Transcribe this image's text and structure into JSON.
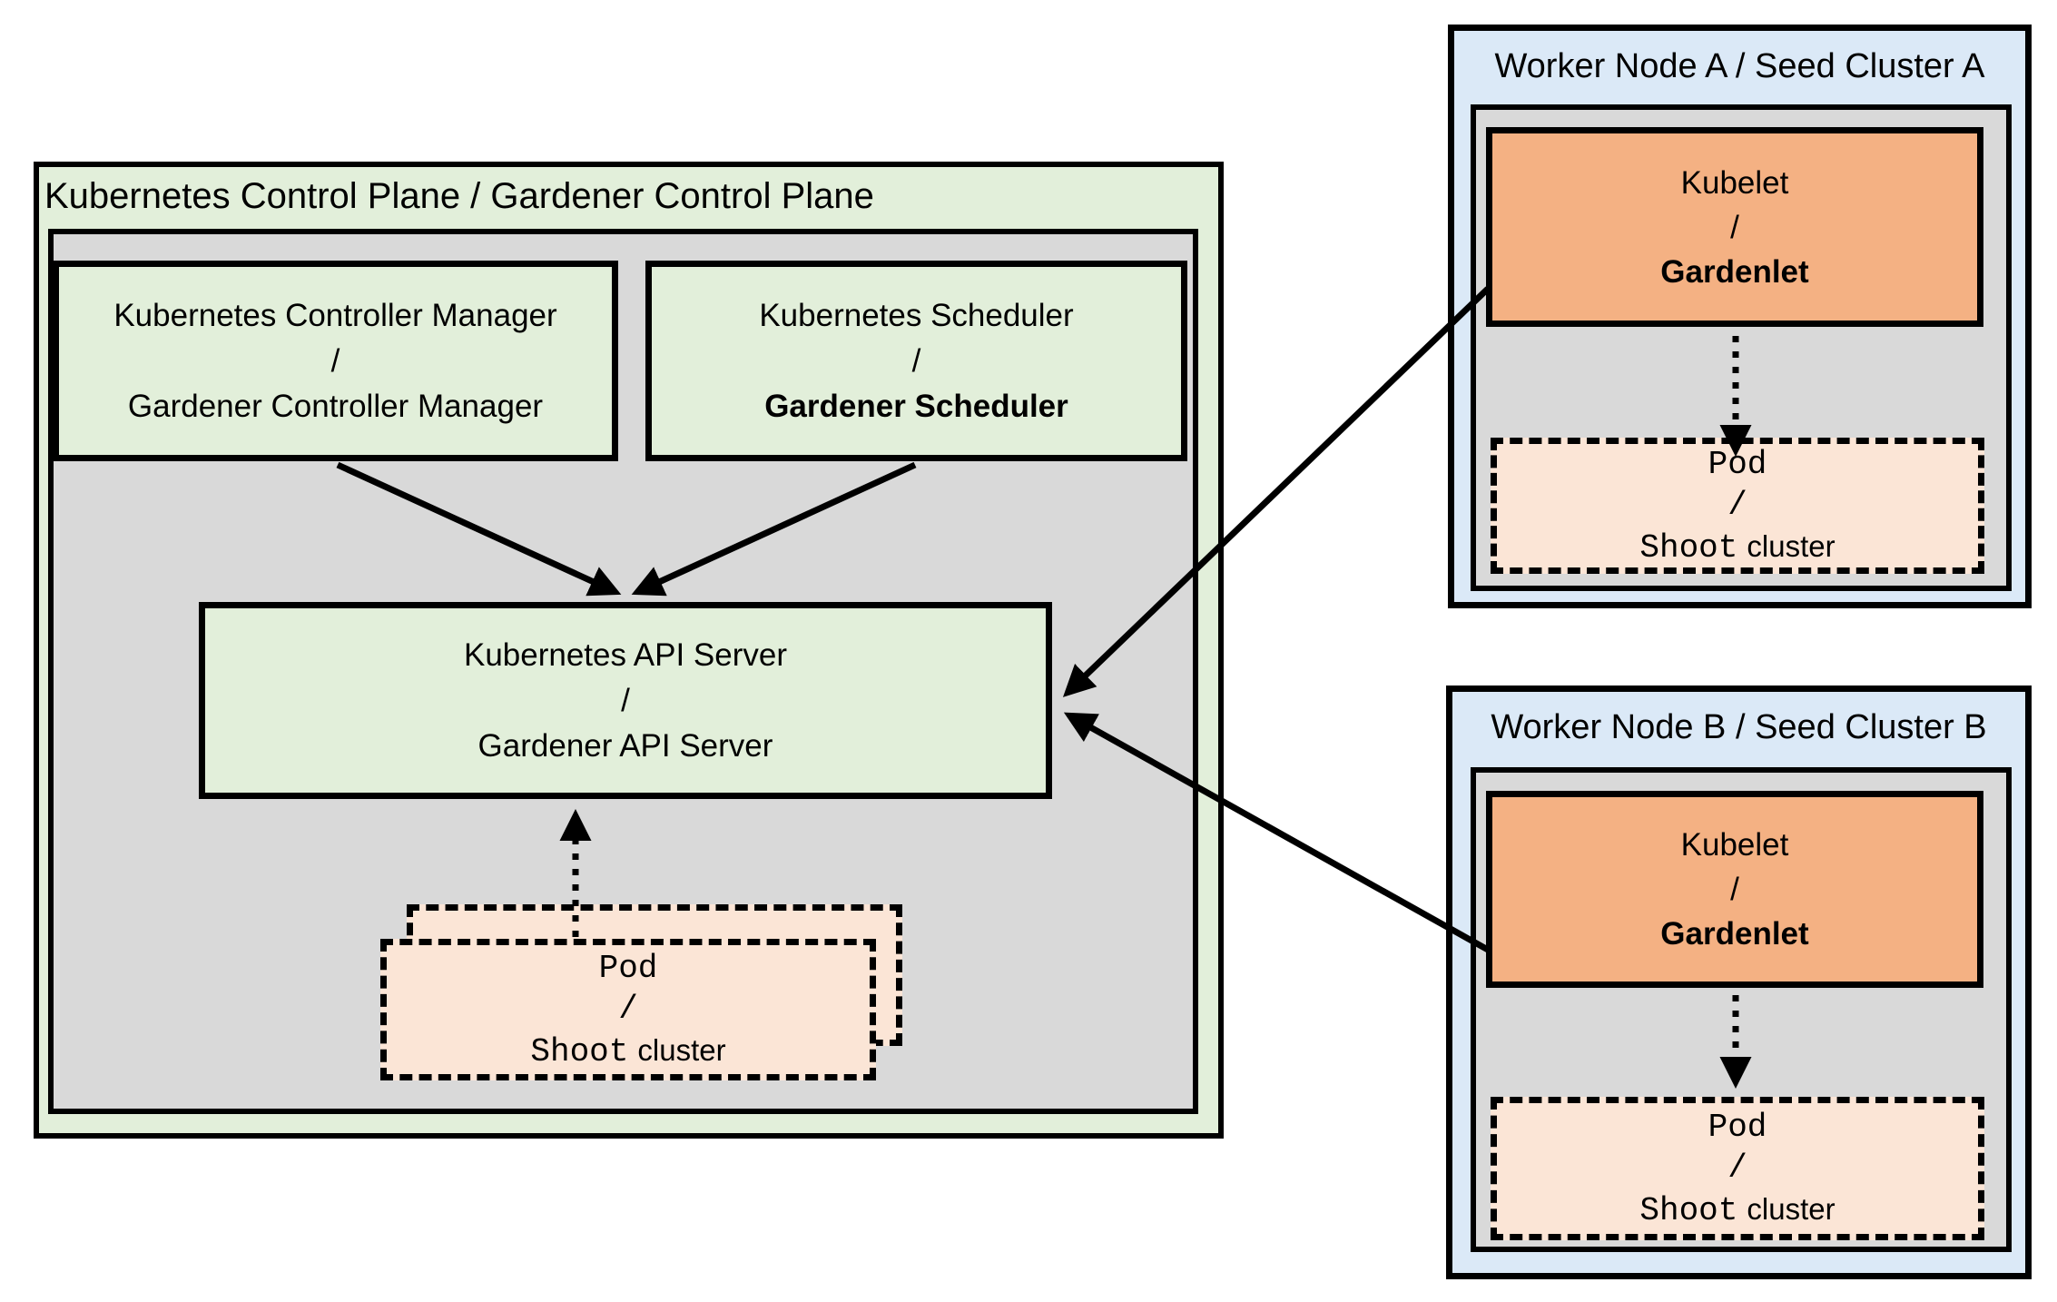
{
  "colors": {
    "background": "#ffffff",
    "control_plane_fill": "#e2efda",
    "inner_panel_fill": "#d9d9d9",
    "component_fill": "#e2efda",
    "kubelet_fill": "#f4b183",
    "pod_fill": "#fbe5d6",
    "worker_fill": "#dbe9f7",
    "border": "#000000"
  },
  "control_plane": {
    "title": "Kubernetes Control Plane / Gardener Control Plane",
    "controller_manager": {
      "line1": "Kubernetes Controller Manager",
      "sep": "/",
      "line2": "Gardener Controller Manager"
    },
    "scheduler": {
      "line1": "Kubernetes Scheduler",
      "sep": "/",
      "line2": "Gardener Scheduler"
    },
    "api_server": {
      "line1": "Kubernetes API Server",
      "sep": "/",
      "line2": "Gardener API Server"
    },
    "pod": {
      "line1": "Pod",
      "sep": "/",
      "line2_mono": "Shoot",
      "line2_plain": "cluster"
    }
  },
  "worker_node_a": {
    "title": "Worker Node A / Seed Cluster A",
    "kubelet": {
      "line1": "Kubelet",
      "sep": "/",
      "line2": "Gardenlet"
    },
    "pod": {
      "line1": "Pod",
      "sep": "/",
      "line2_mono": "Shoot",
      "line2_plain": "cluster"
    }
  },
  "worker_node_b": {
    "title": "Worker Node B / Seed Cluster B",
    "kubelet": {
      "line1": "Kubelet",
      "sep": "/",
      "line2": "Gardenlet"
    },
    "pod": {
      "line1": "Pod",
      "sep": "/",
      "line2_mono": "Shoot",
      "line2_plain": "cluster"
    }
  }
}
